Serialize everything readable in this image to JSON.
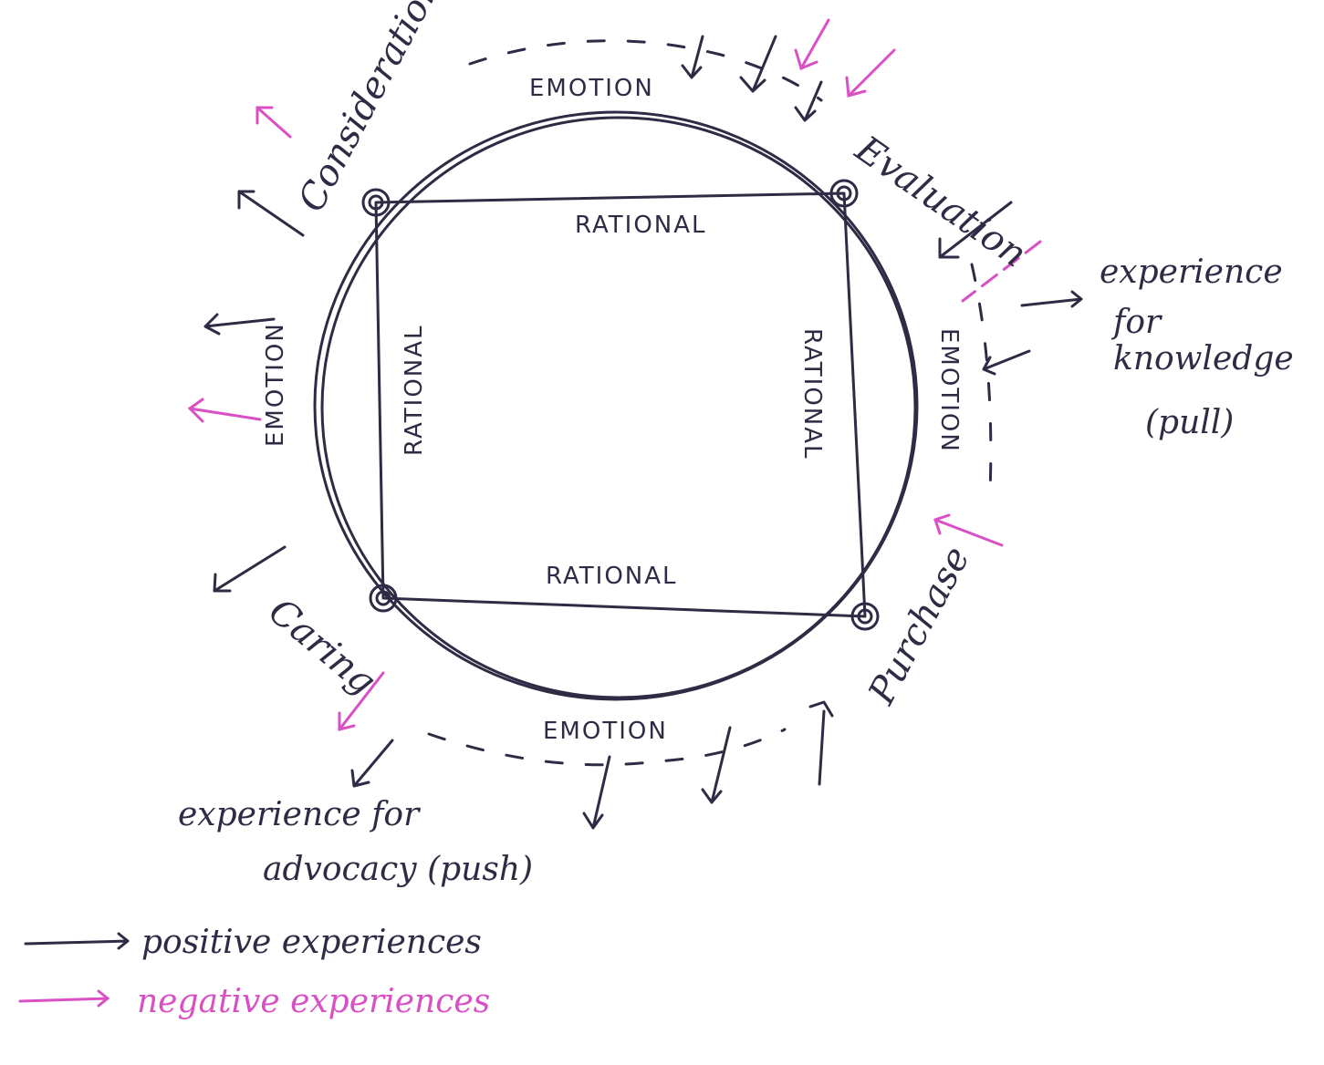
{
  "stages": {
    "consideration": "Consideration",
    "evaluation": "Evaluation",
    "purchase": "Purchase",
    "caring": "Caring"
  },
  "circle_labels": {
    "top": "EMOTION",
    "right": "EMOTION",
    "bottom": "EMOTION",
    "left": "EMOTION"
  },
  "square_labels": {
    "top": "RATIONAL",
    "right": "RATIONAL",
    "bottom": "RATIONAL",
    "left": "RATIONAL"
  },
  "notes": {
    "knowledge": [
      "experience",
      "for",
      "knowledge",
      "(pull)"
    ],
    "advocacy": [
      "experience for",
      "advocacy (push)"
    ]
  },
  "legend": {
    "positive": "positive experiences",
    "negative": "negative experiences"
  },
  "colors": {
    "ink": "#2e2c45",
    "negative": "#d94fc4"
  }
}
